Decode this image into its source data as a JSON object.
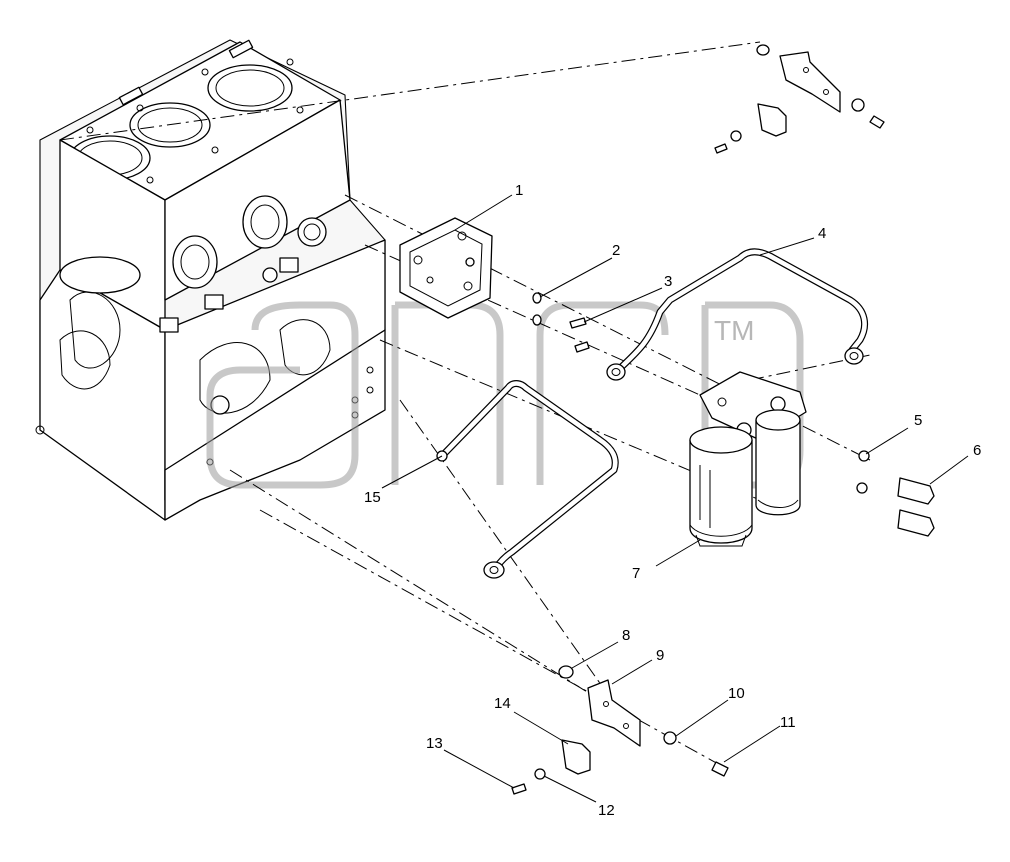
{
  "diagram": {
    "watermark_mark": "TM",
    "callouts": [
      "1",
      "2",
      "3",
      "4",
      "5",
      "6",
      "7",
      "8",
      "9",
      "10",
      "11",
      "12",
      "13",
      "14",
      "15"
    ]
  }
}
